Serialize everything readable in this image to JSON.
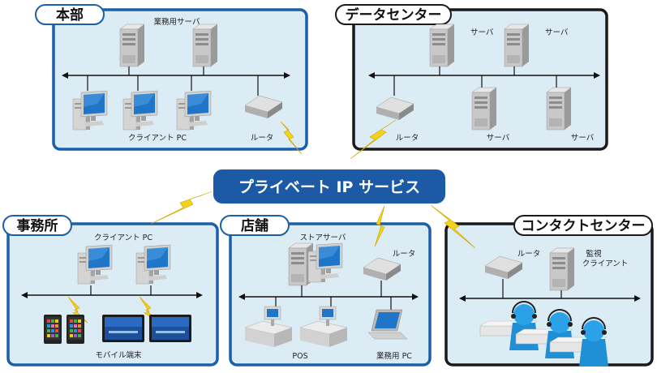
{
  "center_service": "プライベート IP サービス",
  "sites": {
    "honbu": {
      "title": "本部",
      "server_label": "業務用サーバ",
      "client_label": "クライアント PC",
      "router_label": "ルータ"
    },
    "datacenter": {
      "title": "データセンター",
      "server_labels": [
        "サーバ",
        "サーバ",
        "サーバ",
        "サーバ"
      ],
      "router_label": "ルータ"
    },
    "jimusho": {
      "title": "事務所",
      "client_label": "クライアント PC",
      "mobile_label": "モバイル端末"
    },
    "tenpo": {
      "title": "店舗",
      "store_server_label": "ストアサーバ",
      "router_label": "ルータ",
      "pos_label": "POS",
      "business_pc_label": "業務用 PC"
    },
    "contact": {
      "title": "コンタクトセンター",
      "router_label": "ルータ",
      "monitor_label_1": "監視",
      "monitor_label_2": "クライアント"
    }
  },
  "colors": {
    "blue_border": "#1b5fa8",
    "dark_border": "#1a1a1a",
    "panel_fill": "#dcecf5",
    "center_fill": "#1c5aa6",
    "lightning": "#f3d21a"
  }
}
